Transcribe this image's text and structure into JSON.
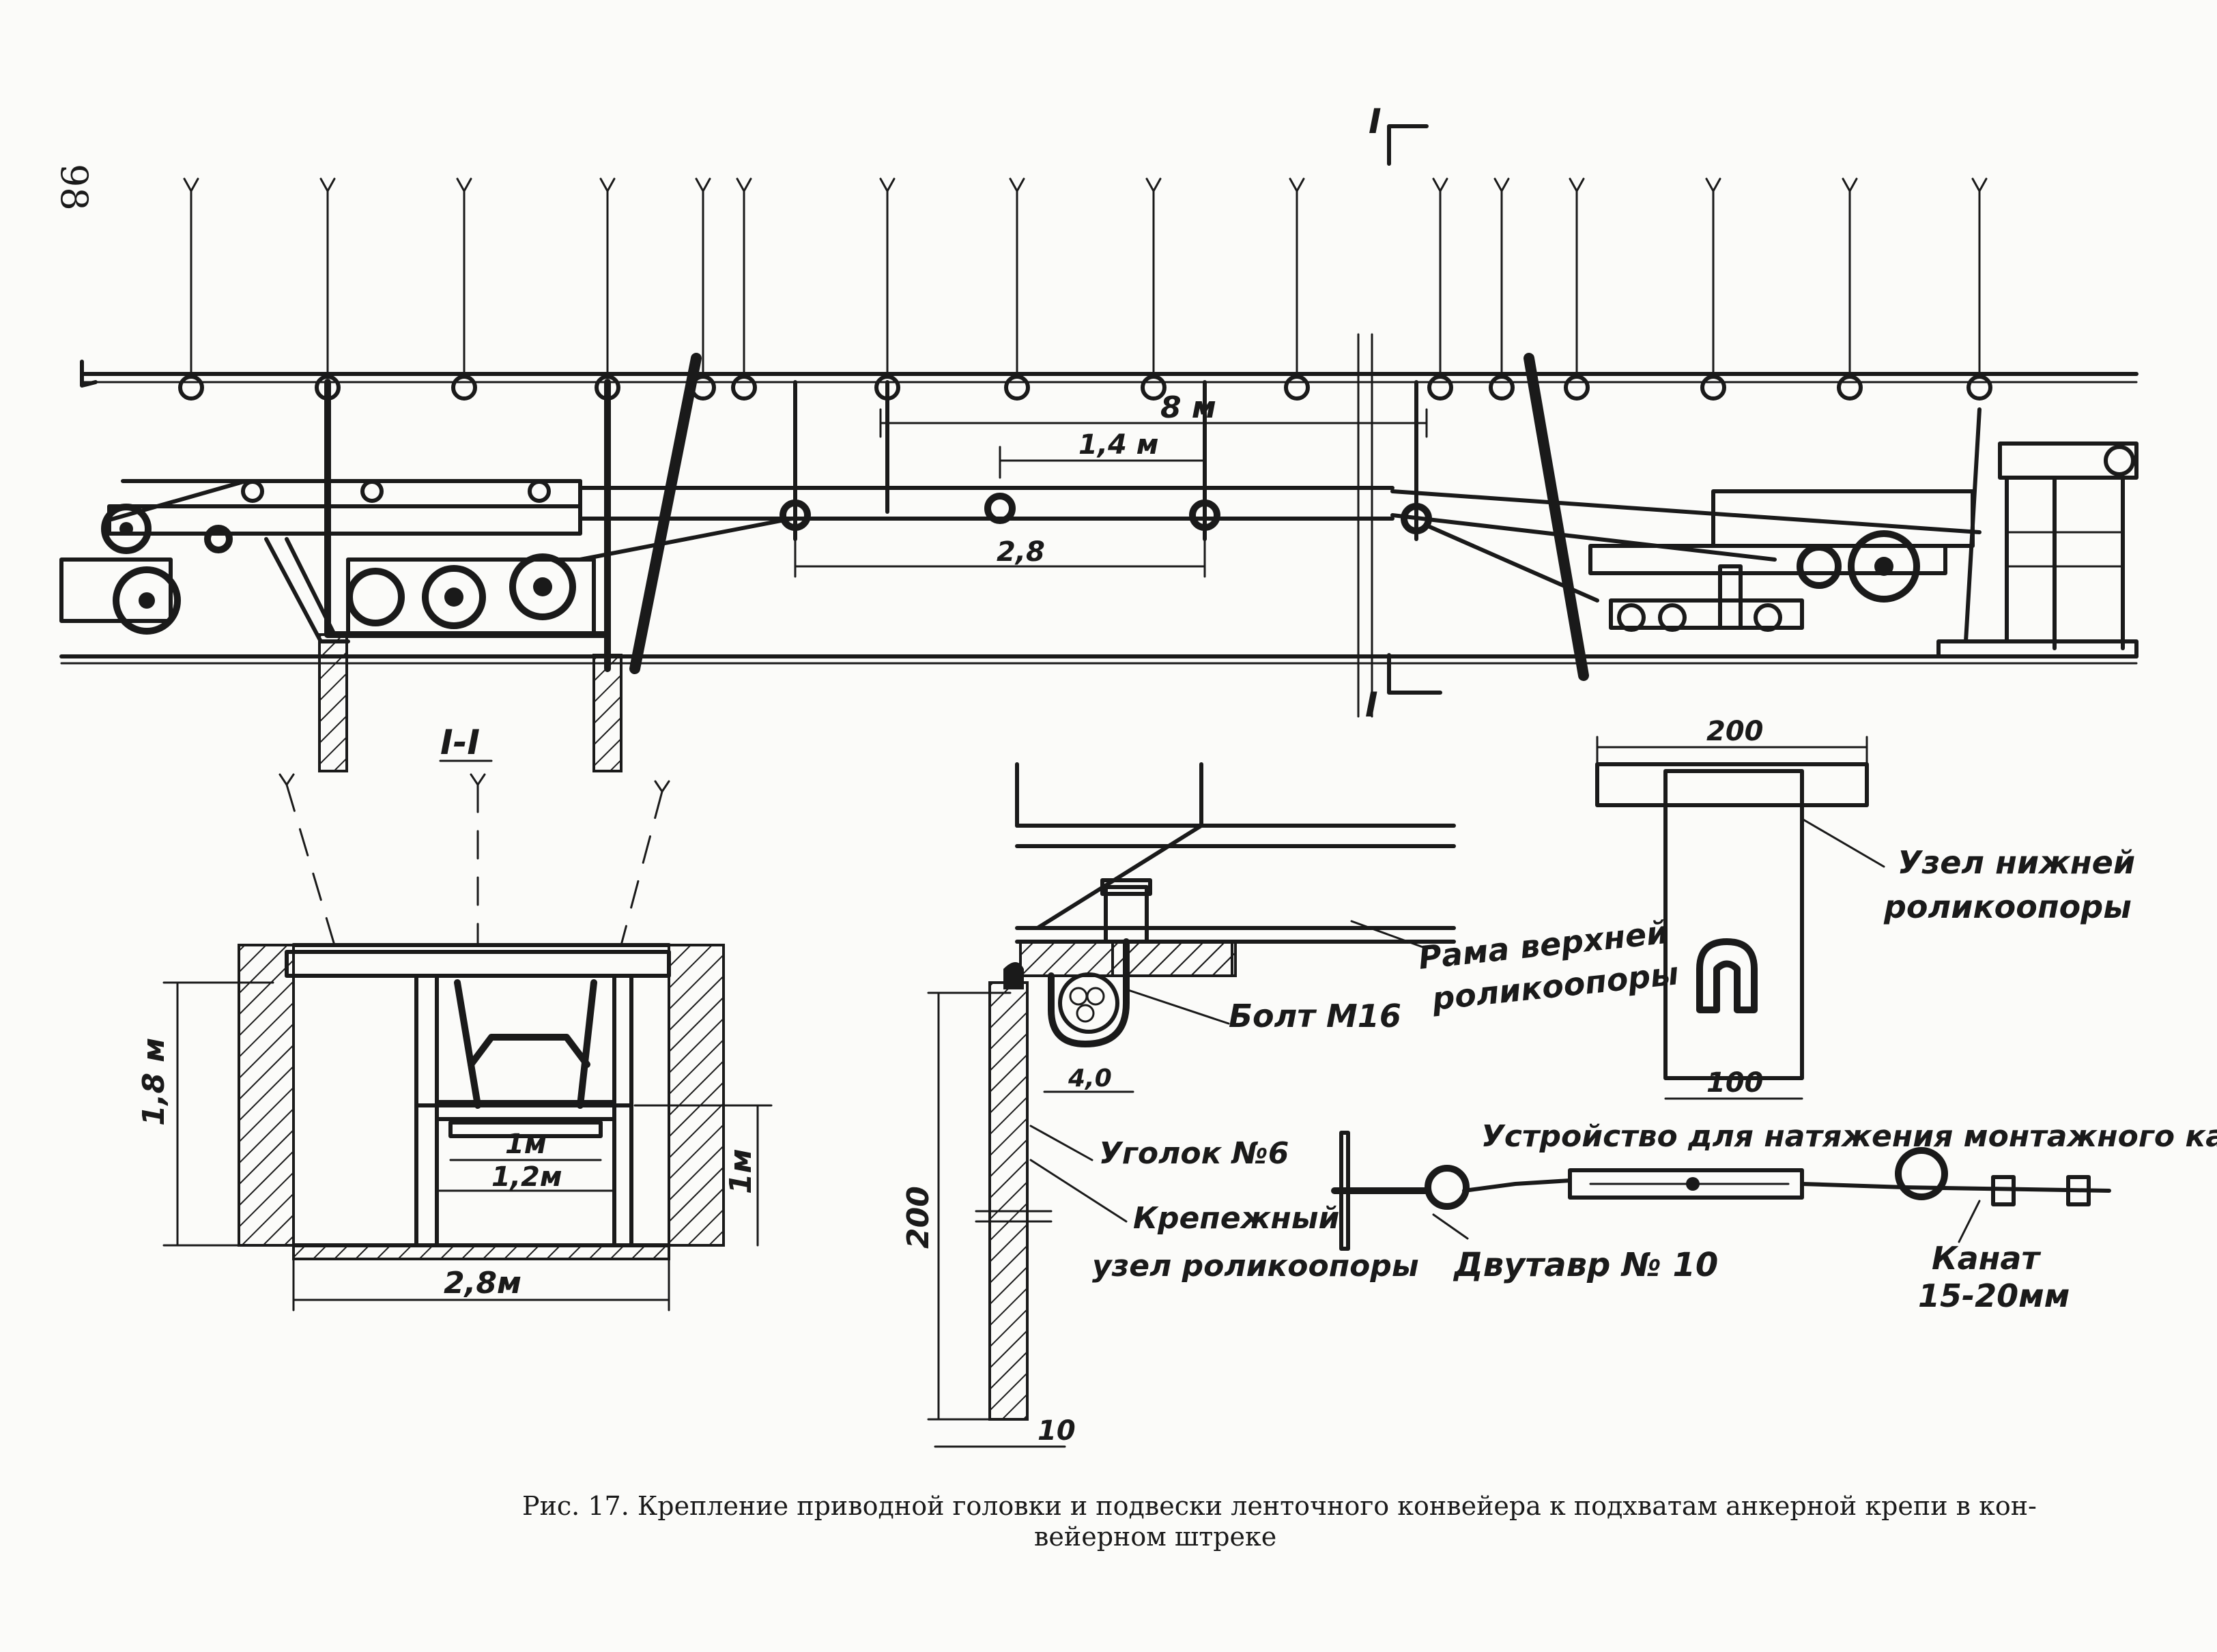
{
  "page_number": "98",
  "section_marks": {
    "top": "I",
    "bottom": "I",
    "section_title": "I-I"
  },
  "dimensions_main": {
    "span_8m": "8 м",
    "span_1_4m": "1,4 м",
    "span_2_8": "2,8"
  },
  "dimensions_section": {
    "height_1_8m": "1,8 м",
    "height_1m": "1м",
    "width_1m": "1м",
    "width_1_2m": "1,2м",
    "width_2_8m": "2,8м"
  },
  "dimensions_detail": {
    "d_40": "4,0",
    "d_200": "200",
    "d_10": "10"
  },
  "dimensions_plate": {
    "top_200": "200",
    "bottom_100": "100"
  },
  "labels": {
    "upper_frame_line1": "Рама верхней",
    "upper_frame_line2": "роликоопоры",
    "bolt": "Болт М16",
    "angle": "Уголок №6",
    "fastening_line1": "Крепежный",
    "fastening_line2": "узел роликоопоры",
    "lower_node_line1": "Узел нижней",
    "lower_node_line2": "роликоопоры",
    "tension_device": "Устройство для натяжения монтажного каната",
    "i_beam": "Двутавр № 10",
    "rope_line1": "Канат",
    "rope_line2": "15-20мм"
  },
  "caption": {
    "line1": "Рис. 17. Крепление приводной головки и подвески ленточного конвейера к подхватам анкерной крепи в кон-",
    "line2": "вейерном штреке"
  }
}
